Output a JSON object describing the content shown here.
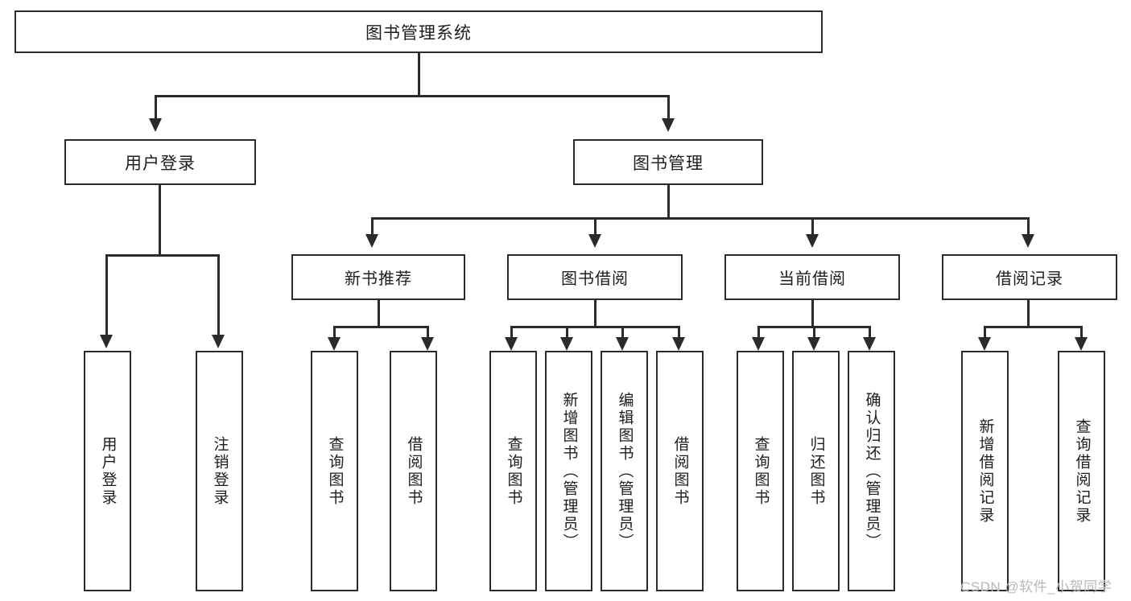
{
  "diagram": {
    "title": "图书管理系统",
    "type": "tree",
    "root": {
      "label": "图书管理系统"
    },
    "level2": [
      {
        "label": "用户登录"
      },
      {
        "label": "图书管理"
      }
    ],
    "level3": [
      {
        "label": "新书推荐"
      },
      {
        "label": "图书借阅"
      },
      {
        "label": "当前借阅"
      },
      {
        "label": "借阅记录"
      }
    ],
    "leaves": {
      "user_login": [
        {
          "label": "用户登录"
        },
        {
          "label": "注销登录"
        }
      ],
      "new_book_recommend": [
        {
          "label": "查询图书"
        },
        {
          "label": "借阅图书"
        }
      ],
      "book_borrow": [
        {
          "label": "查询图书"
        },
        {
          "label": "新增图书（管理员）"
        },
        {
          "label": "编辑图书（管理员）"
        },
        {
          "label": "借阅图书"
        }
      ],
      "current_borrow": [
        {
          "label": "查询图书"
        },
        {
          "label": "归还图书"
        },
        {
          "label": "确认归还（管理员）"
        }
      ],
      "borrow_record": [
        {
          "label": "新增借阅记录"
        },
        {
          "label": "查询借阅记录"
        }
      ]
    }
  },
  "watermark": {
    "text": "CSDN @软件_小贺同学"
  },
  "colors": {
    "stroke": "#2b2b2b",
    "background": "#ffffff",
    "text": "#1d1d1d",
    "watermark": "#b9b9b9"
  }
}
